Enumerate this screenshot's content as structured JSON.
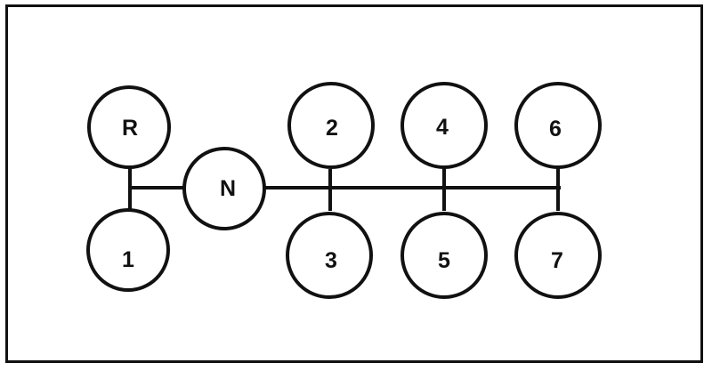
{
  "diagram": {
    "type": "gear-shift-pattern",
    "nodes": [
      {
        "id": "R",
        "label": "R"
      },
      {
        "id": "N",
        "label": "N"
      },
      {
        "id": "1",
        "label": "1"
      },
      {
        "id": "2",
        "label": "2"
      },
      {
        "id": "3",
        "label": "3"
      },
      {
        "id": "4",
        "label": "4"
      },
      {
        "id": "5",
        "label": "5"
      },
      {
        "id": "6",
        "label": "6"
      },
      {
        "id": "7",
        "label": "7"
      }
    ],
    "edges": [
      [
        "R",
        "1"
      ],
      [
        "R",
        "N"
      ],
      [
        "N",
        "2"
      ],
      [
        "N",
        "3"
      ],
      [
        "N",
        "4"
      ],
      [
        "N",
        "5"
      ],
      [
        "N",
        "6"
      ],
      [
        "N",
        "7"
      ]
    ]
  }
}
